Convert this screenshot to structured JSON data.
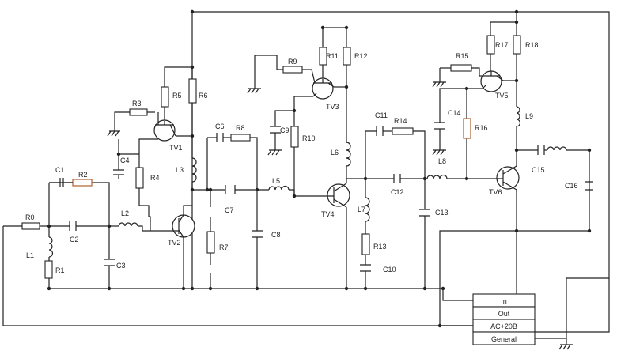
{
  "components": {
    "R0": "R0",
    "R1": "R1",
    "R2": "R2",
    "R3": "R3",
    "R4": "R4",
    "R5": "R5",
    "R6": "R6",
    "R7": "R7",
    "R8": "R8",
    "R9": "R9",
    "R10": "R10",
    "R11": "R11",
    "R12": "R12",
    "R13": "R13",
    "R14": "R14",
    "R15": "R15",
    "R16": "R16",
    "R17": "R17",
    "R18": "R18",
    "C1": "C1",
    "C2": "C2",
    "C3": "C3",
    "C4": "C4",
    "C6": "C6",
    "C7": "C7",
    "C8": "C8",
    "C9": "C9",
    "C10": "C10",
    "C11": "C11",
    "C12": "C12",
    "C13": "C13",
    "C14": "C14",
    "C15": "C15",
    "C16": "C16",
    "L1": "L1",
    "L2": "L2",
    "L3": "L3",
    "L5": "L5",
    "L6": "L6",
    "L7": "L7",
    "L8": "L8",
    "L9": "L9",
    "TV1": "TV1",
    "TV2": "TV2",
    "TV3": "TV3",
    "TV4": "TV4",
    "TV5": "TV5",
    "TV6": "TV6"
  },
  "terminal_block": {
    "rows": [
      "In",
      "Out",
      "AC+20B",
      "General"
    ]
  }
}
